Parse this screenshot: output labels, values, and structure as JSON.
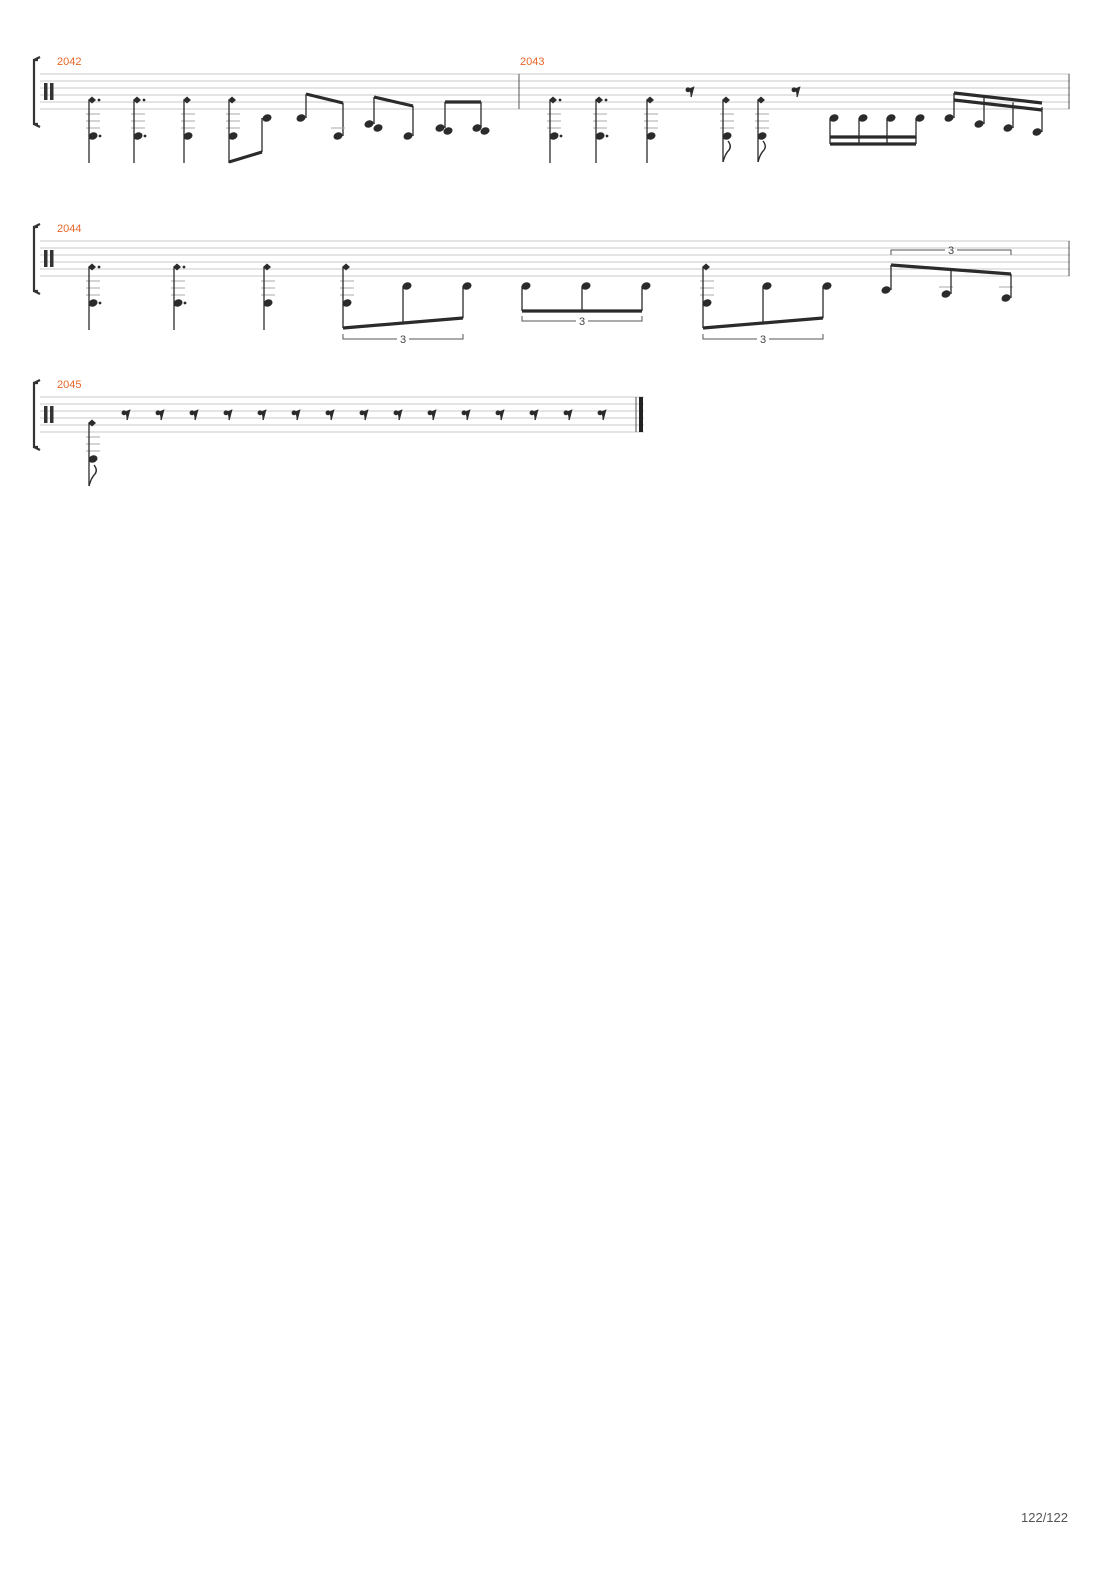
{
  "document": {
    "type": "drum-tablature",
    "page_number": "122/122"
  },
  "colors": {
    "measure_number": "#e8662a",
    "ink": "#2b2b2b",
    "staff_line": "#c8c8c8"
  },
  "systems": [
    {
      "id": "system-1",
      "measures": [
        {
          "number": "2042"
        },
        {
          "number": "2043"
        }
      ],
      "tuplets": []
    },
    {
      "id": "system-2",
      "measures": [
        {
          "number": "2044"
        }
      ],
      "tuplets": [
        {
          "label": "3"
        },
        {
          "label": "3"
        },
        {
          "label": "3"
        },
        {
          "label": "3"
        }
      ]
    },
    {
      "id": "system-3",
      "measures": [
        {
          "number": "2045"
        }
      ],
      "final_barline": true,
      "tuplets": []
    }
  ]
}
